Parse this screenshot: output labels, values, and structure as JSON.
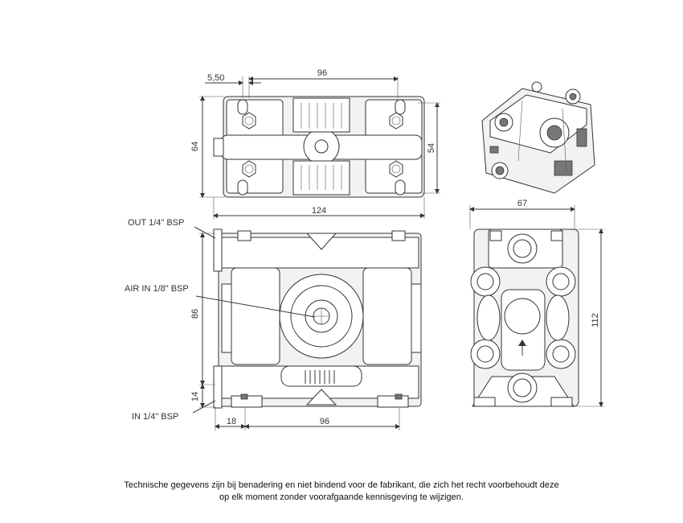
{
  "dimensions": {
    "offset": "5,50",
    "top_width": "96",
    "top_height_outer": "64",
    "top_height_inner": "54",
    "top_overall_width": "124",
    "side_width": "67",
    "side_height": "112",
    "front_height": "86",
    "front_inlet_offset": "14",
    "front_left_offset": "18",
    "front_bolt_spacing": "96"
  },
  "labels": {
    "outlet": "OUT 1/4\" BSP",
    "air_inlet": "AIR IN 1/8\" BSP",
    "inlet": "IN 1/4\" BSP"
  },
  "disclaimer": {
    "line1": "Technische gegevens zijn bij benadering en niet bindend voor de fabrikant, die zich het recht voorbehoudt deze",
    "line2": "op elk moment zonder voorafgaande kennisgeving te wijzigen."
  }
}
